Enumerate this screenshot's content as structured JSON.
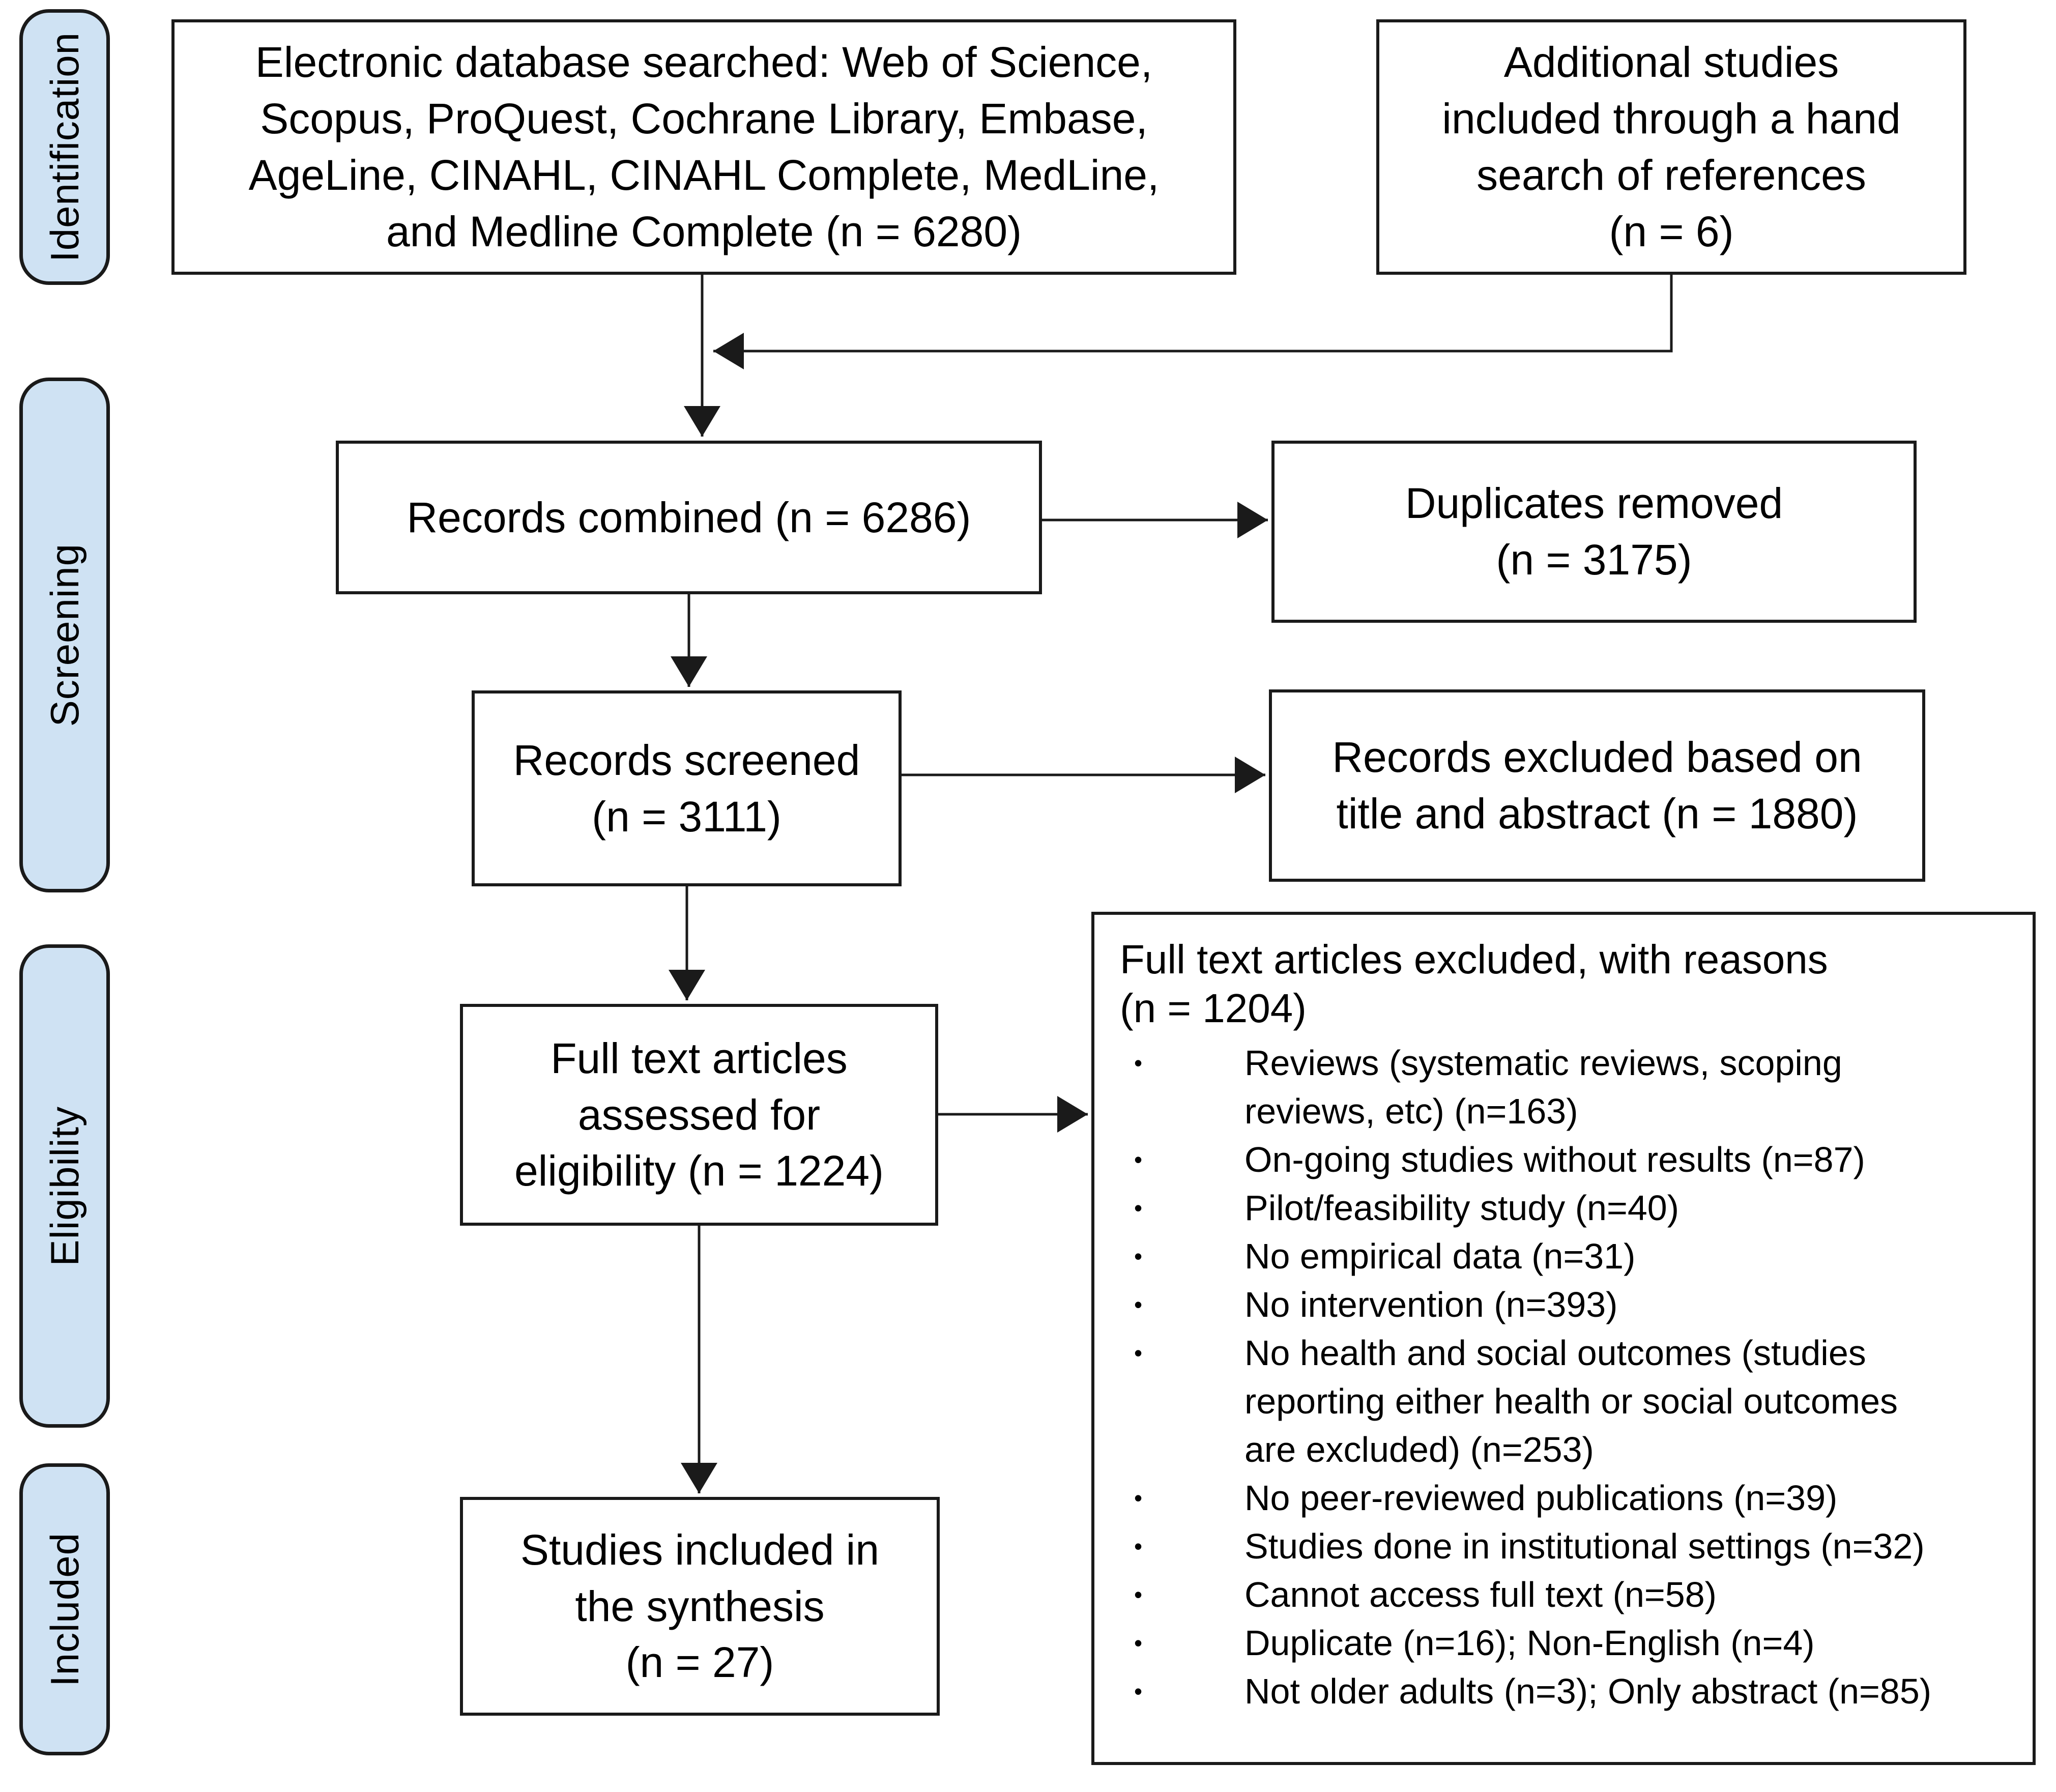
{
  "colors": {
    "stage_fill": "#cfe2f3",
    "line": "#1a1a1a",
    "text": "#000000",
    "background": "#ffffff"
  },
  "stages": {
    "identification": "Identification",
    "screening": "Screening",
    "eligibility": "Eligibility",
    "included": "Included"
  },
  "nodes": {
    "databases": {
      "lines": [
        "Electronic database searched: Web of Science,",
        "Scopus, ProQuest, Cochrane Library, Embase,",
        "AgeLine, CINAHL, CINAHL Complete, MedLine,",
        "and Medline Complete (n = 6280)"
      ]
    },
    "hand_search": {
      "lines": [
        "Additional studies",
        "included through a hand",
        "search of references",
        "(n = 6)"
      ]
    },
    "records_combined": {
      "lines": [
        "Records combined (n = 6286)"
      ]
    },
    "duplicates_removed": {
      "lines": [
        "Duplicates removed",
        "(n = 3175)"
      ]
    },
    "records_screened": {
      "lines": [
        "Records screened",
        "(n = 3111)"
      ]
    },
    "records_excluded_title_abstract": {
      "lines": [
        "Records excluded based on",
        "title and abstract (n = 1880)"
      ]
    },
    "full_text_assessed": {
      "lines": [
        "Full text articles",
        "assessed for",
        "eligibility (n = 1224)"
      ]
    },
    "studies_included": {
      "lines": [
        "Studies included in",
        "the synthesis",
        "(n = 27)"
      ]
    },
    "full_text_excluded": {
      "title_lines": [
        "Full text articles excluded, with reasons",
        "(n = 1204)"
      ],
      "reasons": [
        [
          "Reviews (systematic reviews, scoping",
          "reviews, etc) (n=163)"
        ],
        [
          "On-going studies without results (n=87)"
        ],
        [
          "Pilot/feasibility study (n=40)"
        ],
        [
          "No empirical data (n=31)"
        ],
        [
          "No intervention (n=393)"
        ],
        [
          "No health and social outcomes (studies",
          "reporting either health or social outcomes",
          "are excluded) (n=253)"
        ],
        [
          "No peer-reviewed publications (n=39)"
        ],
        [
          "Studies done in institutional settings (n=32)"
        ],
        [
          "Cannot access full text (n=58)"
        ],
        [
          "Duplicate (n=16); Non-English (n=4)"
        ],
        [
          "Not older adults (n=3); Only abstract (n=85)"
        ]
      ]
    }
  }
}
